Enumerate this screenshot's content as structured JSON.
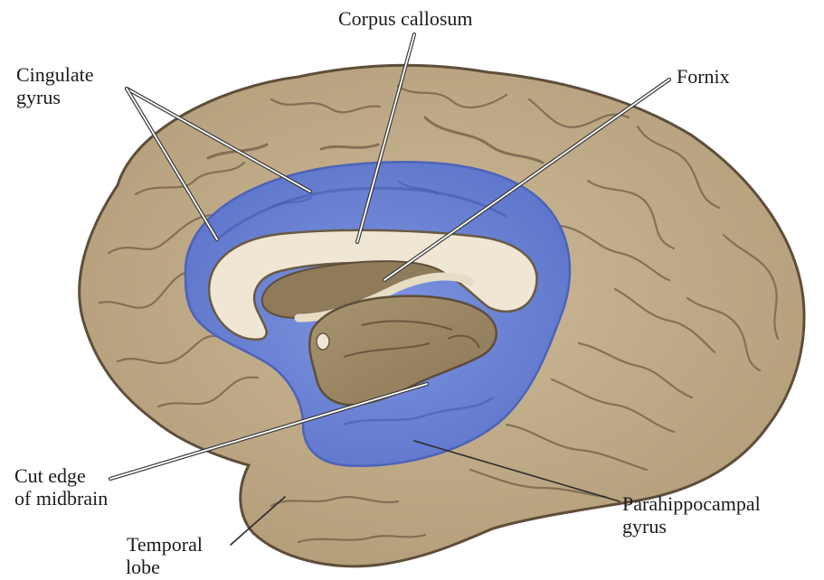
{
  "labels": {
    "corpus_callosum": "Corpus callosum",
    "cingulate_line1": "Cingulate",
    "cingulate_line2": "gyrus",
    "fornix": "Fornix",
    "cut_edge_line1": "Cut edge",
    "cut_edge_line2": "of midbrain",
    "parahippocampal_line1": "Parahippocampal",
    "parahippocampal_line2": "gyrus",
    "temporal_line1": "Temporal",
    "temporal_line2": "lobe"
  },
  "colors": {
    "brain_tissue": "#c2ae8c",
    "brain_outline": "#5e4e3a",
    "limbic_blue": "#6f86d6",
    "callosum_cream": "#efe6d4",
    "midbrain_cut": "#9e8a6a",
    "background": "#ffffff"
  }
}
